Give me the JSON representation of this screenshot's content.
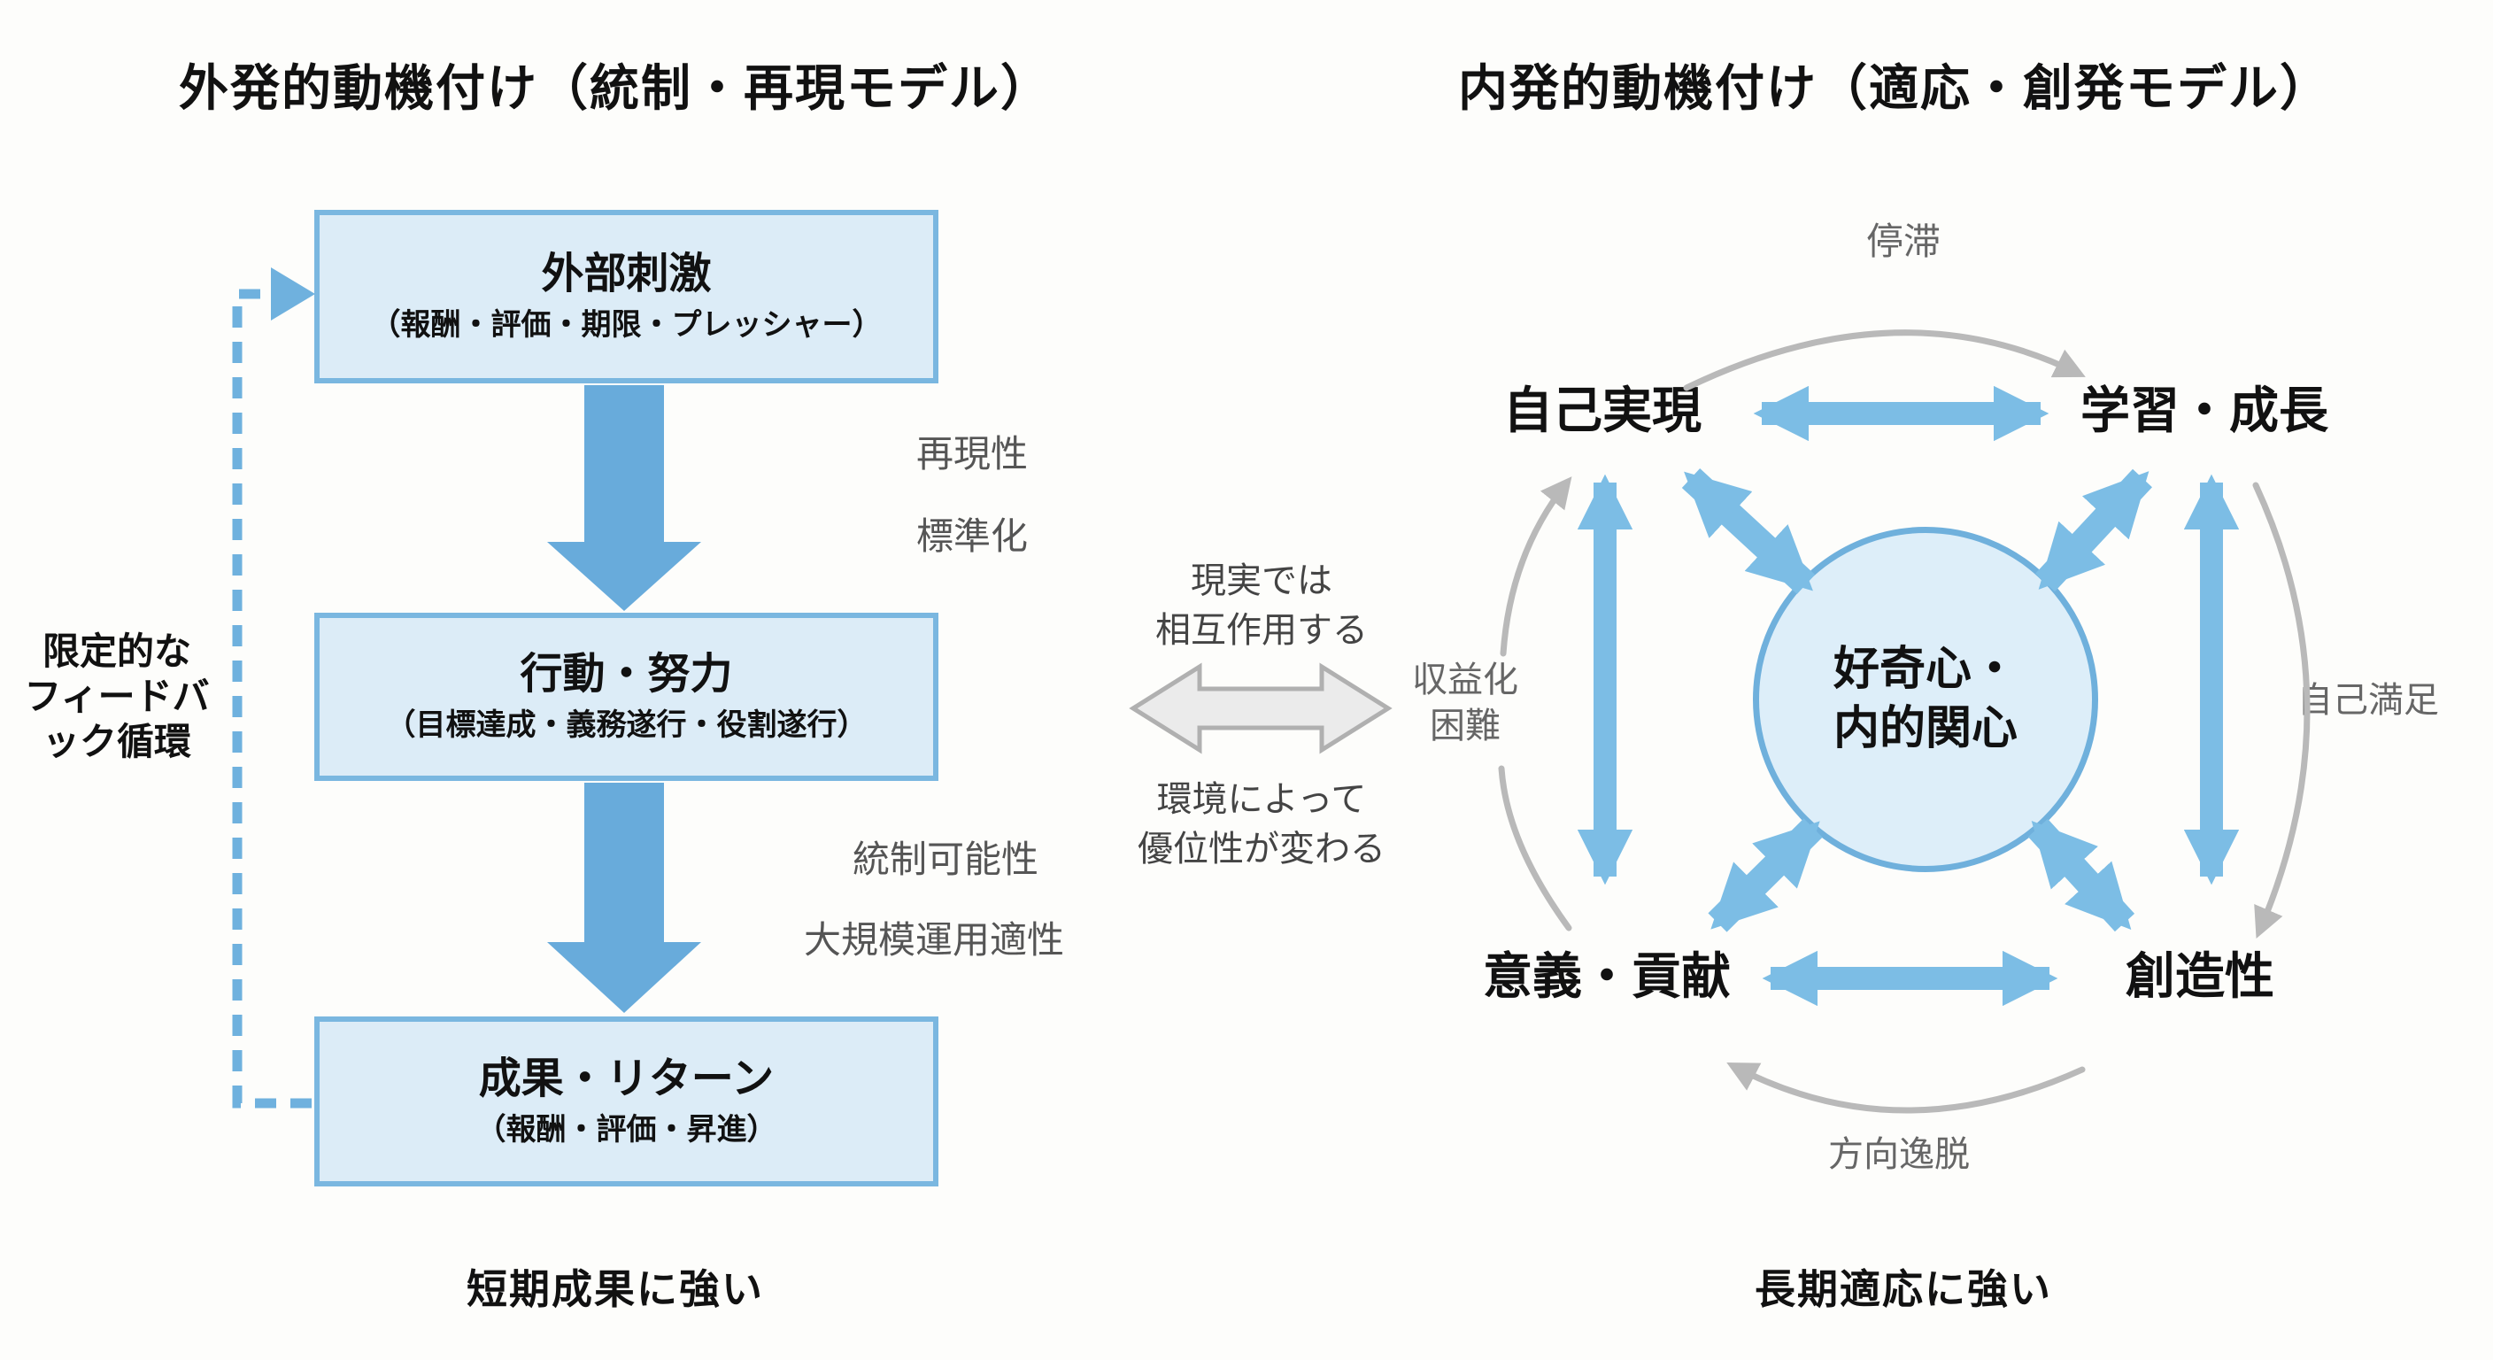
{
  "colors": {
    "background": "#fdfdfb",
    "box_fill": "#dcecf7",
    "box_border": "#7ab7e0",
    "flow_arrow": "#68abdb",
    "link_arrow": "#7cbde5",
    "cycle_arc": "#b9b9b9",
    "interaction_arrow_fill": "#ebebeb",
    "interaction_arrow_stroke": "#b0b0b0",
    "dashed_feedback": "#6fb1de",
    "text_primary": "#1a1a1a",
    "text_gray": "#555555"
  },
  "left_panel": {
    "title": "外発的動機付け（統制・再現モデル）",
    "boxes": [
      {
        "title": "外部刺激",
        "subtitle": "（報酬・評価・期限・プレッシャー）"
      },
      {
        "title": "行動・努力",
        "subtitle": "（目標達成・義務遂行・役割遂行）"
      },
      {
        "title": "成果・リターン",
        "subtitle": "（報酬・評価・昇進）"
      }
    ],
    "arrow1_labels": [
      "再現性",
      "標準化"
    ],
    "arrow2_labels": [
      "統制可能性",
      "大規模運用適性"
    ],
    "feedback_lines": [
      "限定的な",
      "フィードバ",
      "ック循環"
    ],
    "caption": "短期成果に強い"
  },
  "center_notes": {
    "top_lines": [
      "現実では",
      "相互作用する"
    ],
    "bottom_lines": [
      "環境によって",
      "優位性が変わる"
    ]
  },
  "right_panel": {
    "title": "内発的動機付け（適応・創発モデル）",
    "center_circle_lines": [
      "好奇心・",
      "内的関心"
    ],
    "nodes": {
      "top_left": "自己実現",
      "top_right": "学習・成長",
      "bottom_left": "意義・貢献",
      "bottom_right": "創造性"
    },
    "cycle_labels": {
      "top": "停滞",
      "right": "自己満足",
      "bottom": "方向逸脱",
      "left_lines": [
        "収益化",
        "困難"
      ]
    },
    "caption": "長期適応に強い"
  }
}
